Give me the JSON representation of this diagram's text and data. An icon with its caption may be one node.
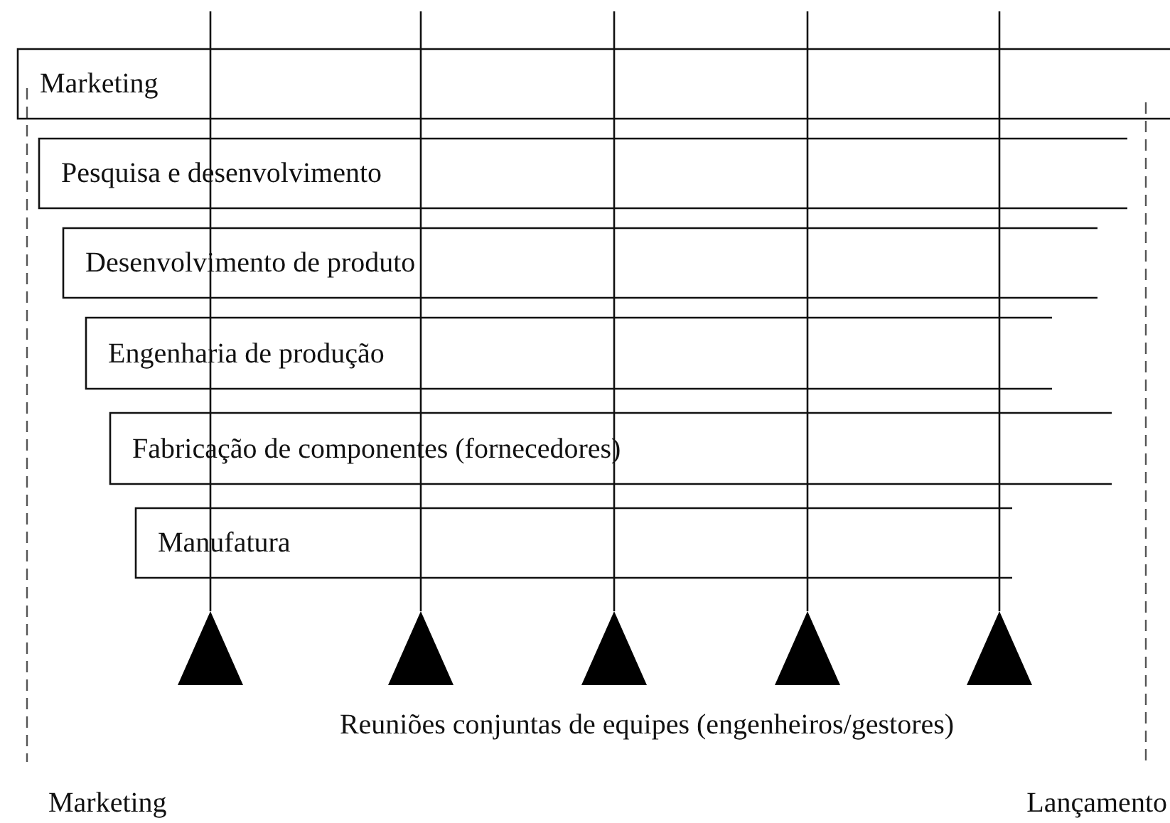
{
  "diagram": {
    "nodes": [
      {
        "text": [
          "Marketing"
        ]
      },
      {
        "text": [
          "Pesquisa e desenvolvimento"
        ]
      },
      {
        "text": [
          "Desenvolvimento de produto"
        ]
      },
      {
        "text": [
          "Engenharia de produção"
        ]
      },
      {
        "text": [
          "Fabricação de componentes (fornecedores)"
        ]
      },
      {
        "text": [
          "Manufatura"
        ]
      },
      {
        "text": [],
        "shape": "triangle"
      },
      {
        "text": [],
        "shape": "triangle"
      },
      {
        "text": [],
        "shape": "triangle"
      },
      {
        "text": [],
        "shape": "triangle"
      },
      {
        "text": [],
        "shape": "triangle"
      }
    ],
    "edges": [
      {
        "from": null,
        "to": 6,
        "arrow": "none"
      },
      {
        "from": null,
        "to": 7,
        "arrow": "none"
      },
      {
        "from": null,
        "to": 8,
        "arrow": "none"
      },
      {
        "from": null,
        "to": 9,
        "arrow": "none"
      },
      {
        "from": null,
        "to": 10,
        "arrow": "none"
      }
    ],
    "labels": [
      "Reuniões conjuntas de equipes (engenheiros/gestores)",
      "Marketing",
      "Lançamento"
    ]
  }
}
